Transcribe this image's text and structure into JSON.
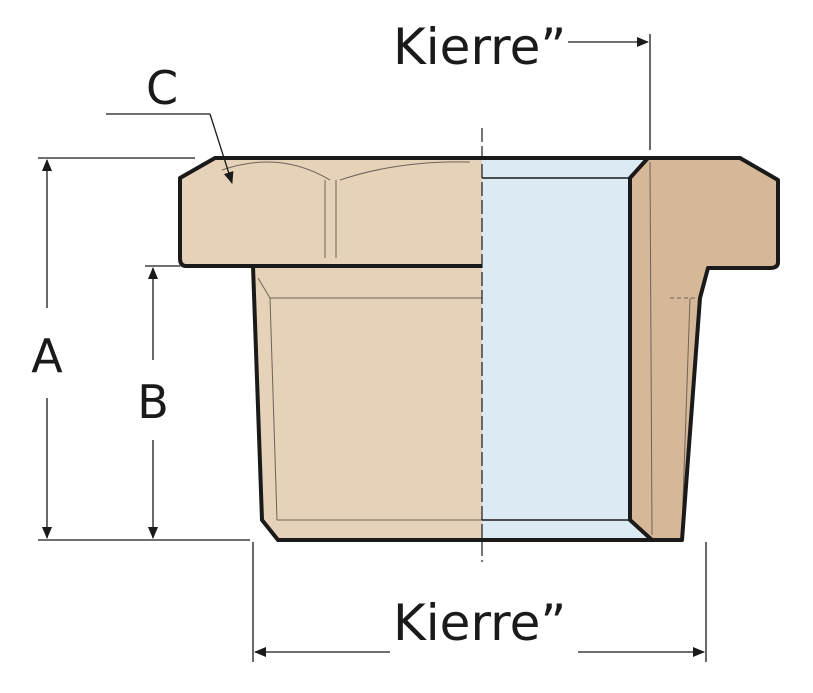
{
  "labels": {
    "thread_top": "Kierre”",
    "thread_bottom": "Kierre”",
    "dim_a": "A",
    "dim_b": "B",
    "dim_c": "C"
  },
  "colors": {
    "brass_light": "#e6d2b8",
    "brass_dark": "#d6b898",
    "bore": "#dcebf3",
    "outline": "#1a1a1a"
  }
}
